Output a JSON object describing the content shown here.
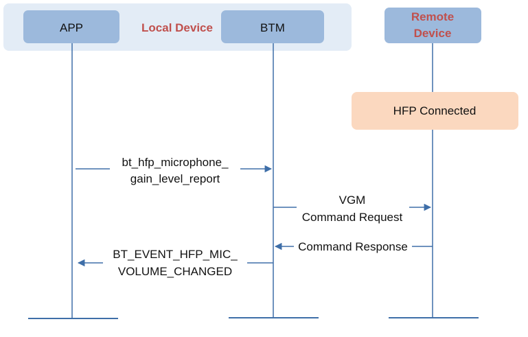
{
  "colors": {
    "group_bg": "#e3ecf6",
    "actor_fill": "#9cb9dc",
    "lifeline": "#3e6ea8",
    "arrow": "#3e6ea8",
    "state_fill": "#fbd8bf",
    "group_label": "#c0504d",
    "text": "#111111"
  },
  "group": {
    "label": "Local Device"
  },
  "actors": {
    "app": {
      "label": "APP"
    },
    "btm": {
      "label": "BTM"
    },
    "remote": {
      "label_line1": "Remote",
      "label_line2": "Device"
    }
  },
  "state": {
    "label": "HFP Connected"
  },
  "messages": [
    {
      "from": "APP",
      "to": "BTM",
      "line1": "bt_hfp_microphone_",
      "line2": "gain_level_report"
    },
    {
      "from": "BTM",
      "to": "Remote Device",
      "line1": "VGM",
      "line2": "Command Request"
    },
    {
      "from": "Remote Device",
      "to": "BTM",
      "line1": "Command Response"
    },
    {
      "from": "BTM",
      "to": "APP",
      "line1": "BT_EVENT_HFP_MIC_",
      "line2": "VOLUME_CHANGED"
    }
  ]
}
